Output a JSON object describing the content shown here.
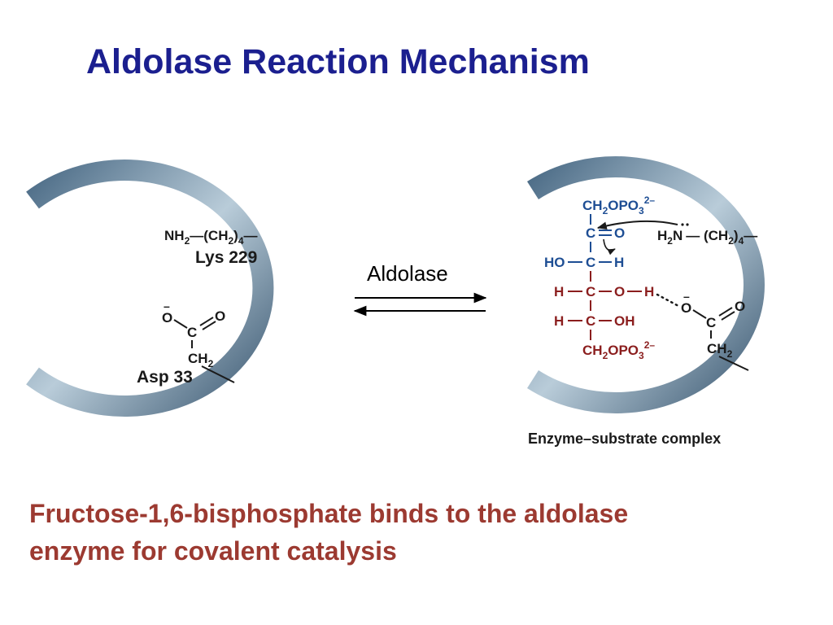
{
  "title": "Aldolase Reaction Mechanism",
  "colors": {
    "title": "#1b1f8f",
    "caption": "#9c3a31",
    "blue": "#1e4e94",
    "red": "#8b1e1e",
    "black": "#1a1a1a"
  },
  "left_enzyme": {
    "lys_group": {
      "a": "NH",
      "b": "2",
      "c": "—(CH",
      "d": "2",
      "e": ")",
      "f": "4",
      "g": "—"
    },
    "lys_label": "Lys 229",
    "asp_charge": "–",
    "asp_O1": "O",
    "asp_C": "C",
    "asp_O2": "O",
    "asp_CH2_a": "CH",
    "asp_CH2_b": "2",
    "asp_label": "Asp 33"
  },
  "arrow_label": "Aldolase",
  "right_enzyme": {
    "sub_row1": {
      "a": "CH",
      "b": "2",
      "c": "OPO",
      "d": "3",
      "e": "2–"
    },
    "sub_row2_C": "C",
    "sub_row2_O": "O",
    "sub_row3_HO": "HO",
    "sub_row3_C": "C",
    "sub_row3_H": "H",
    "sub_row4_H": "H",
    "sub_row4_C": "C",
    "sub_row4_O": "O",
    "sub_row4_H2": "H",
    "sub_row5_H": "H",
    "sub_row5_C": "C",
    "sub_row5_OH": "OH",
    "sub_row6": {
      "a": "CH",
      "b": "2",
      "c": "OPO",
      "d": "3",
      "e": "2–"
    },
    "lys_group": {
      "a": "H",
      "b": "2",
      "c": "N",
      "d": "— (CH",
      "e": "2",
      "f": ")",
      "g": "4",
      "h": "—"
    },
    "asp_charge": "–",
    "asp_O1": "O",
    "asp_C": "C",
    "asp_O2": "O",
    "asp_CH2_a": "CH",
    "asp_CH2_b": "2",
    "complex_label": "Enzyme–substrate complex"
  },
  "caption": {
    "line1": "Fructose-1,6-bisphosphate binds to the aldolase",
    "line2": "enzyme for covalent catalysis"
  }
}
